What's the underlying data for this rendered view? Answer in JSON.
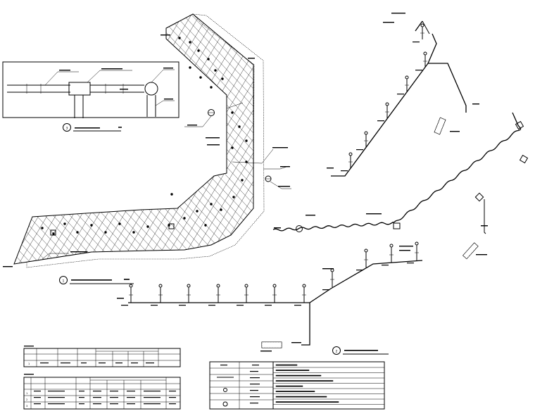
{
  "plan_view": {
    "number": "1"
  },
  "detail_view": {
    "number": "3"
  },
  "system_view": {
    "number": "2"
  },
  "tables": {
    "left_top_rows": [
      [
        "1",
        "",
        "",
        "",
        "",
        "",
        "",
        ""
      ]
    ],
    "left_bottom_rows": [
      [
        "1",
        "",
        "",
        "",
        "",
        "",
        "",
        ""
      ],
      [
        "2",
        "",
        "",
        "",
        "",
        "",
        "",
        ""
      ],
      [
        "3",
        "",
        "",
        "",
        "",
        "",
        "",
        ""
      ]
    ]
  },
  "icons": [
    "detail-callout-icon",
    "pipe-fitting-icon",
    "valve-icon",
    "sprinkler-head-icon"
  ]
}
